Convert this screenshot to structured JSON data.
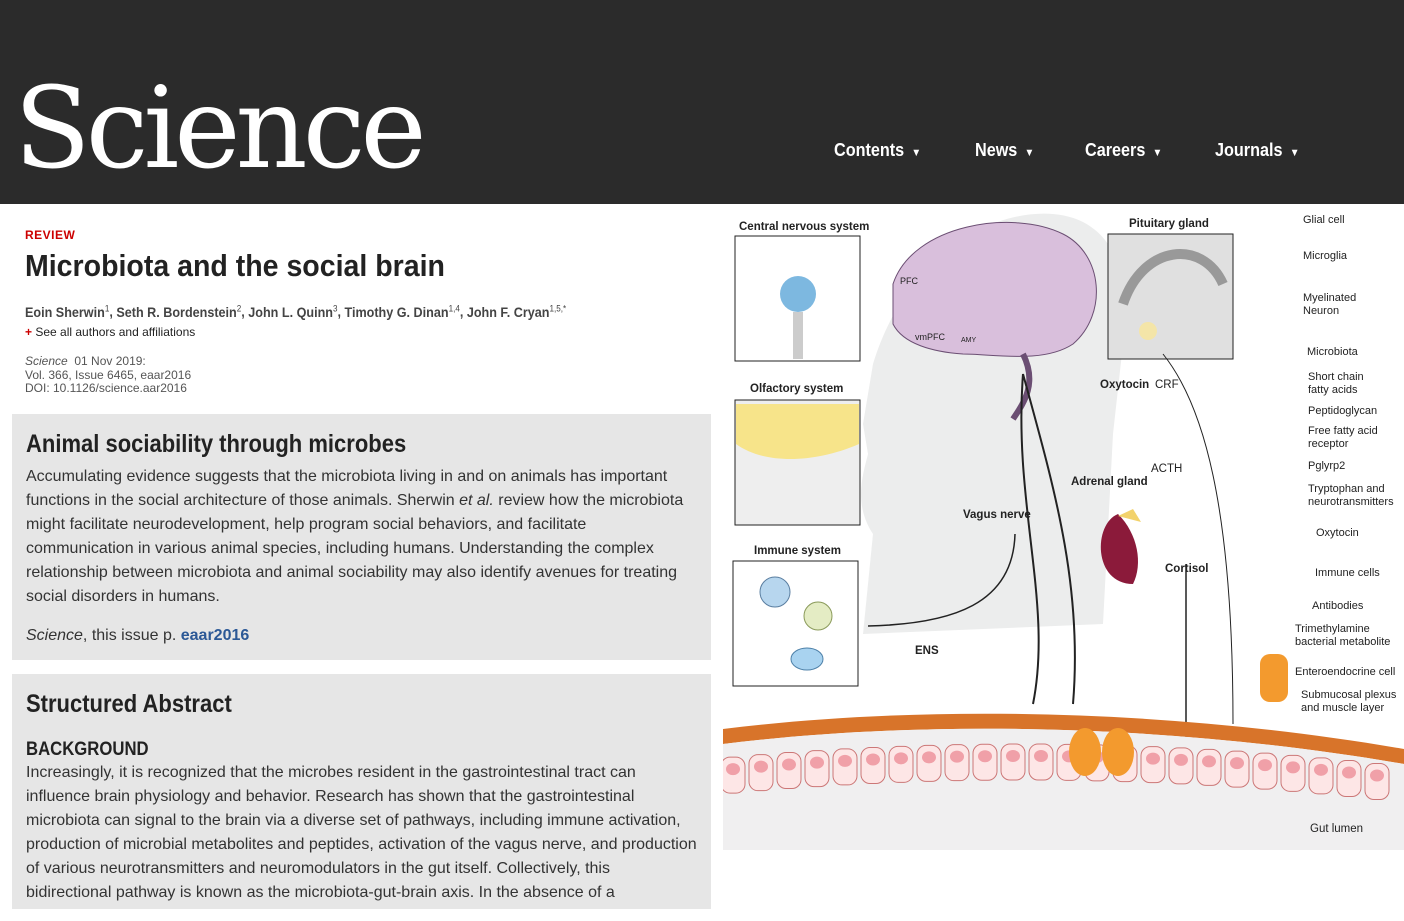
{
  "header": {
    "logo": "Science",
    "nav": [
      "Contents",
      "News",
      "Careers",
      "Journals"
    ]
  },
  "article": {
    "kicker": "REVIEW",
    "title": "Microbiota and the social brain",
    "authors": [
      {
        "name": "Eoin Sherwin",
        "sup": "1"
      },
      {
        "name": "Seth R. Bordenstein",
        "sup": "2"
      },
      {
        "name": "John L. Quinn",
        "sup": "3"
      },
      {
        "name": "Timothy G. Dinan",
        "sup": "1,4"
      },
      {
        "name": "John F. Cryan",
        "sup": "1,5,*"
      }
    ],
    "see_all": "See all authors and affiliations",
    "see_all_plus": "+",
    "journal": "Science",
    "date": "01 Nov 2019:",
    "volume": "Vol. 366, Issue 6465, eaar2016",
    "doi": "DOI: 10.1126/science.aar2016"
  },
  "summary": {
    "heading": "Animal sociability through microbes",
    "text_before": "Accumulating evidence suggests that the microbiota living in and on animals has important functions in the social architecture of those animals. Sherwin ",
    "etal": "et al.",
    "text_after": " review how the microbiota might facilitate neurodevelopment, help program social behaviors, and facilitate communication in various animal species, including humans. Understanding the complex relationship between microbiota and animal sociability may also identify avenues for treating social disorders in humans.",
    "cite_journal": "Science",
    "cite_text": ", this issue p. ",
    "cite_link": "eaar2016"
  },
  "abstract": {
    "heading": "Structured Abstract",
    "section": "BACKGROUND",
    "text": "Increasingly, it is recognized that the microbes resident in the gastrointestinal tract can influence brain physiology and behavior. Research has shown that the gastrointestinal microbiota can signal to the brain via a diverse set of pathways, including immune activation, production of microbial metabolites and peptides, activation of the vagus nerve, and production of various neurotransmitters and neuromodulators in the gut itself. Collectively, this bidirectional pathway is known as the microbiota-gut-brain axis. In the absence of a"
  },
  "figure": {
    "labels": {
      "cns": "Central nervous system",
      "pituitary": "Pituitary gland",
      "olfactory": "Olfactory system",
      "immune": "Immune system",
      "pfc": "PFC",
      "vmpfc": "vmPFC",
      "amy": "AMY",
      "oxytocin": "Oxytocin",
      "crf": "CRF",
      "acth": "ACTH",
      "adrenal": "Adrenal gland",
      "vagus": "Vagus nerve",
      "cortisol": "Cortisol",
      "ens": "ENS",
      "lumen": "Gut lumen"
    },
    "legend": [
      "Glial cell",
      "Microglia",
      "Myelinated Neuron",
      "Microbiota",
      "Short chain fatty acids",
      "Peptidoglycan",
      "Free fatty acid receptor",
      "Pglyrp2",
      "Tryptophan and neurotransmitters",
      "Oxytocin",
      "Immune cells",
      "Antibodies",
      "Trimethylamine bacterial metabolite",
      "Enteroendocrine cell",
      "Submucosal plexus and muscle layer"
    ]
  }
}
